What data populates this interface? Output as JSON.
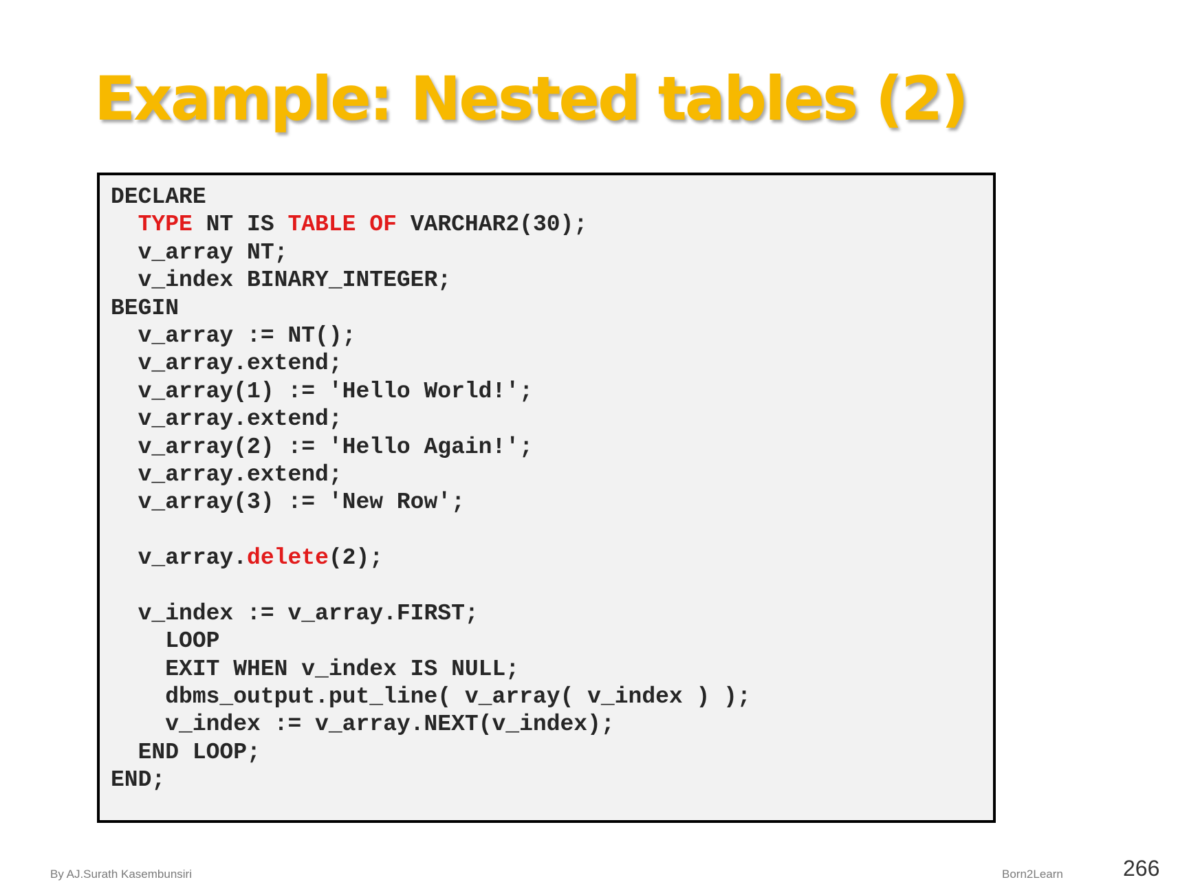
{
  "slide": {
    "title": "Example: Nested tables (2)",
    "title_color": "#f7b900",
    "keyword_color": "#e21b1b",
    "code_background": "#f2f2f2"
  },
  "code": {
    "lines": [
      [
        {
          "text": "DECLARE"
        }
      ],
      [
        {
          "text": "  "
        },
        {
          "text": "TYPE",
          "kw": true
        },
        {
          "text": " NT IS "
        },
        {
          "text": "TABLE",
          "kw": true
        },
        {
          "text": " "
        },
        {
          "text": "OF",
          "kw": true
        },
        {
          "text": " VARCHAR2(30);"
        }
      ],
      [
        {
          "text": "  v_array NT;"
        }
      ],
      [
        {
          "text": "  v_index BINARY_INTEGER;"
        }
      ],
      [
        {
          "text": "BEGIN"
        }
      ],
      [
        {
          "text": "  v_array := NT();"
        }
      ],
      [
        {
          "text": "  v_array.extend;"
        }
      ],
      [
        {
          "text": "  v_array(1) := 'Hello World!';"
        }
      ],
      [
        {
          "text": "  v_array.extend;"
        }
      ],
      [
        {
          "text": "  v_array(2) := 'Hello Again!';"
        }
      ],
      [
        {
          "text": "  v_array.extend;"
        }
      ],
      [
        {
          "text": "  v_array(3) := 'New Row';"
        }
      ],
      [
        {
          "text": ""
        }
      ],
      [
        {
          "text": "  v_array."
        },
        {
          "text": "delete",
          "kw": true
        },
        {
          "text": "(2);"
        }
      ],
      [
        {
          "text": ""
        }
      ],
      [
        {
          "text": "  v_index := v_array.FIRST;"
        }
      ],
      [
        {
          "text": "    LOOP"
        }
      ],
      [
        {
          "text": "    EXIT WHEN v_index IS NULL;"
        }
      ],
      [
        {
          "text": "    dbms_output.put_line( v_array( v_index ) );"
        }
      ],
      [
        {
          "text": "    v_index := v_array.NEXT(v_index);"
        }
      ],
      [
        {
          "text": "  END LOOP;"
        }
      ],
      [
        {
          "text": "END;"
        }
      ]
    ]
  },
  "footer": {
    "author": "By AJ.Surath Kasembunsiri",
    "brand": "Born2Learn",
    "page_number": "266"
  }
}
